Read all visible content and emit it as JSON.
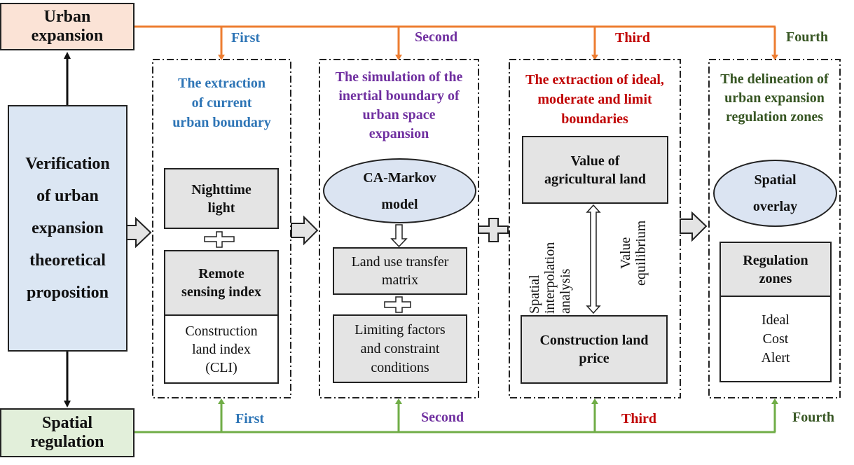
{
  "side": {
    "urban_expansion": [
      "Urban",
      "expansion"
    ],
    "spatial_regulation": [
      "Spatial",
      "regulation"
    ],
    "verification": [
      "Verification",
      "of urban",
      "expansion",
      "theoretical",
      "proposition"
    ]
  },
  "steps": {
    "top": [
      "First",
      "Second",
      "Third",
      "Fourth"
    ],
    "bottom": [
      "First",
      "Second",
      "Third",
      "Fourth"
    ]
  },
  "colors": {
    "orange_line": "#ed7d31",
    "green_line": "#70ad47",
    "first": "#2e75b6",
    "second": "#7030a0",
    "third": "#c00000",
    "fourth": "#375623"
  },
  "stage1": {
    "title": [
      "The extraction",
      "of current",
      "urban boundary"
    ],
    "box1": [
      "Nighttime",
      "light"
    ],
    "box2_head": [
      "Remote",
      "sensing index"
    ],
    "box2_body": [
      "Construction",
      "land index",
      "(CLI)"
    ]
  },
  "stage2": {
    "title": [
      "The simulation of the",
      "inertial boundary of",
      "urban space",
      "expansion"
    ],
    "ellipse": [
      "CA-Markov",
      "model"
    ],
    "box1": [
      "Land use transfer",
      "matrix"
    ],
    "box2": [
      "Limiting factors",
      "and constraint",
      "conditions"
    ]
  },
  "stage3": {
    "title": [
      "The extraction of ideal,",
      "moderate and limit",
      "boundaries"
    ],
    "box1": [
      "Value of",
      "agricultural land"
    ],
    "box2": [
      "Construction land",
      "price"
    ],
    "left_label": [
      "Spatial",
      "interpolation",
      "analysis"
    ],
    "right_label": [
      "Value",
      "equilibrium"
    ]
  },
  "stage4": {
    "title": [
      "The delineation of",
      "urban expansion",
      "regulation zones"
    ],
    "ellipse": [
      "Spatial",
      "overlay"
    ],
    "box_head": [
      "Regulation",
      "zones"
    ],
    "box_body": [
      "Ideal",
      "Cost",
      "Alert"
    ]
  }
}
